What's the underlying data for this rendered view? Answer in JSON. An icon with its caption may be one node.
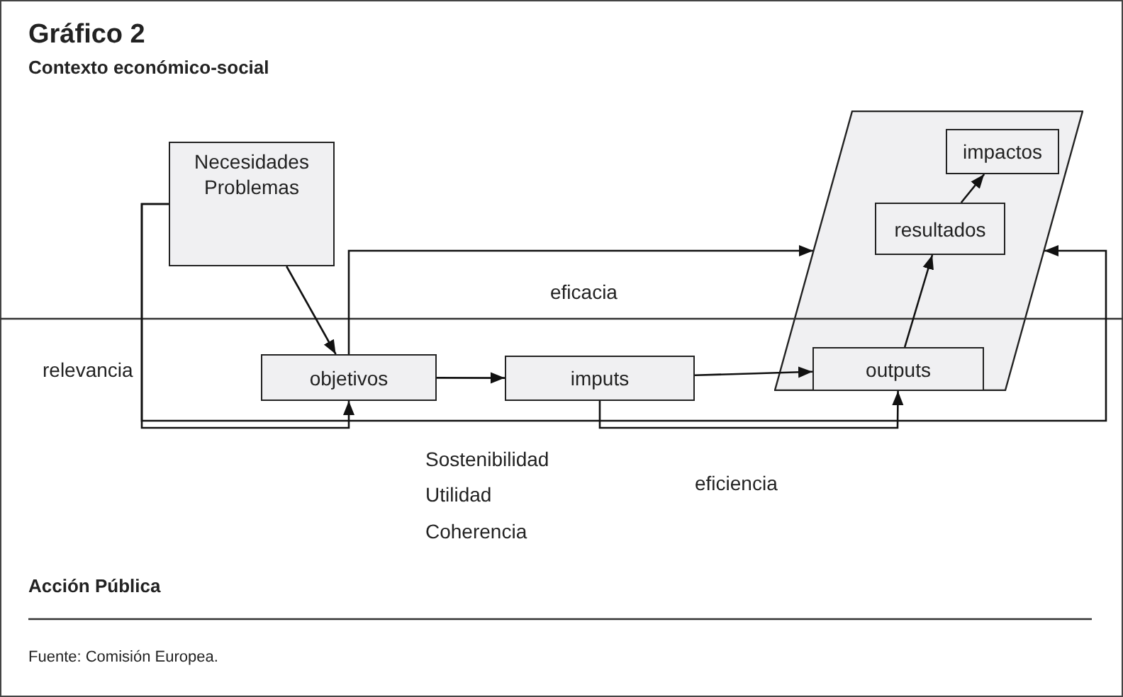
{
  "diagram": {
    "title": "Gráfico 2",
    "nodes": [
      {
        "text": [
          "Necesidades Problemas"
        ]
      },
      {
        "text": [
          "objetivos"
        ]
      },
      {
        "text": [
          "imputs"
        ]
      },
      {
        "text": [],
        "shape": "parallelogram"
      },
      {
        "text": [
          "outputs"
        ],
        "in": 3
      },
      {
        "text": [
          "resultados"
        ],
        "in": 3
      },
      {
        "text": [
          "impactos"
        ],
        "in": 3
      }
    ],
    "edges": [
      {
        "from": 0,
        "to": 1,
        "arrow": "to"
      },
      {
        "from": 1,
        "to": 2,
        "arrow": "to"
      },
      {
        "from": 2,
        "to": 4,
        "arrow": "to"
      },
      {
        "from": 4,
        "to": 5,
        "arrow": "to"
      },
      {
        "from": 5,
        "to": 6,
        "arrow": "to"
      },
      {
        "from": 1,
        "to": 3,
        "arrow": "to"
      },
      {
        "from": 0,
        "to": 1,
        "arrow": "to"
      },
      {
        "from": 2,
        "to": 4,
        "arrow": "to"
      },
      {
        "from": 0,
        "to": 3,
        "arrow": "to"
      }
    ],
    "labels": [
      "Contexto económico-social",
      "eficacia",
      "relevancia",
      "Sostenibilidad",
      "Utilidad",
      "Coherencia",
      "eficiencia",
      "Acción Pública",
      "Fuente: Comisión Europea."
    ]
  }
}
